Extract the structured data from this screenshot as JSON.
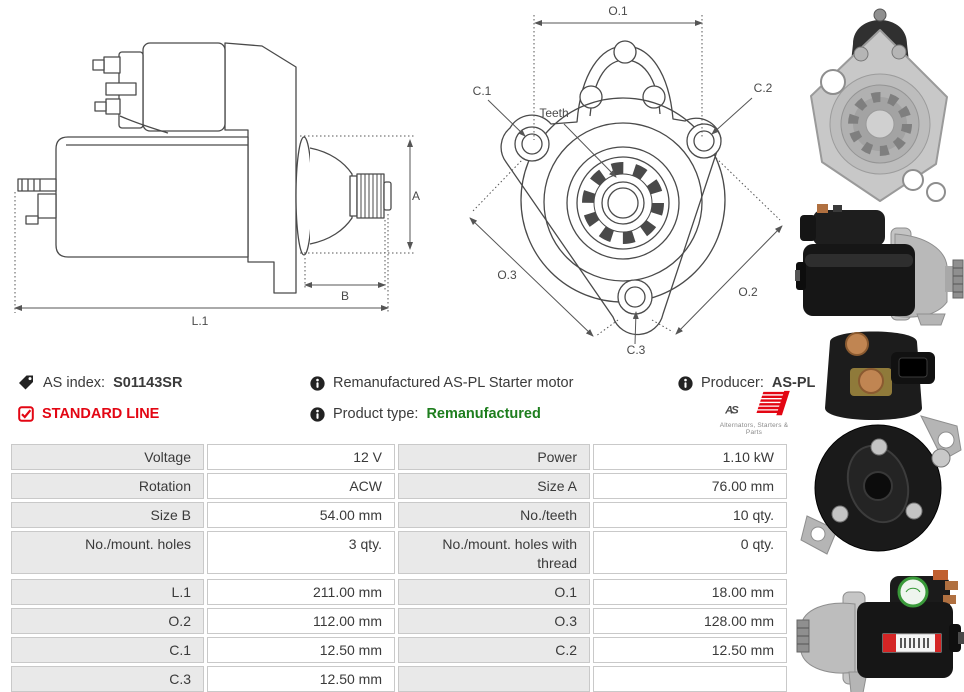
{
  "colors": {
    "accent_red": "#e30613",
    "accent_green": "#1e7e1e",
    "table_label_bg": "#e9e9e9",
    "table_border": "#c9c9c9"
  },
  "info": {
    "as_index_label": "AS index:",
    "as_index_value": "S01143SR",
    "standard_line": "STANDARD LINE",
    "description": "Remanufactured AS-PL Starter motor",
    "product_type_label": "Product type:",
    "product_type_value": "Remanufactured",
    "producer_label": "Producer:",
    "producer_value": "AS-PL",
    "logo_text": "AS",
    "logo_tagline": "Alternators, Starters & Parts"
  },
  "diagram_side": {
    "a": "A",
    "b": "B",
    "l1": "L.1"
  },
  "diagram_front": {
    "o1": "O.1",
    "o2": "O.2",
    "o3": "O.3",
    "c1": "C.1",
    "c2": "C.2",
    "c3": "C.3",
    "teeth": "Teeth"
  },
  "spec_table": {
    "sections": [
      {
        "rows": [
          {
            "label1": "Voltage",
            "value1": "12 V",
            "label2": "Power",
            "value2": "1.10 kW"
          },
          {
            "label1": "Rotation",
            "value1": "ACW",
            "label2": "Size A",
            "value2": "76.00 mm"
          },
          {
            "label1": "Size B",
            "value1": "54.00 mm",
            "label2": "No./teeth",
            "value2": "10 qty."
          },
          {
            "label1": "No./mount. holes",
            "value1": "3 qty.",
            "label2": "No./mount. holes with thread",
            "value2": "0 qty."
          }
        ]
      },
      {
        "rows": [
          {
            "label1": "L.1",
            "value1": "211.00 mm",
            "label2": "O.1",
            "value2": "18.00 mm"
          },
          {
            "label1": "O.2",
            "value1": "112.00 mm",
            "label2": "O.3",
            "value2": "128.00 mm"
          },
          {
            "label1": "C.1",
            "value1": "12.50 mm",
            "label2": "C.2",
            "value2": "12.50 mm"
          },
          {
            "label1": "C.3",
            "value1": "12.50 mm",
            "label2": "",
            "value2": ""
          }
        ]
      }
    ]
  }
}
